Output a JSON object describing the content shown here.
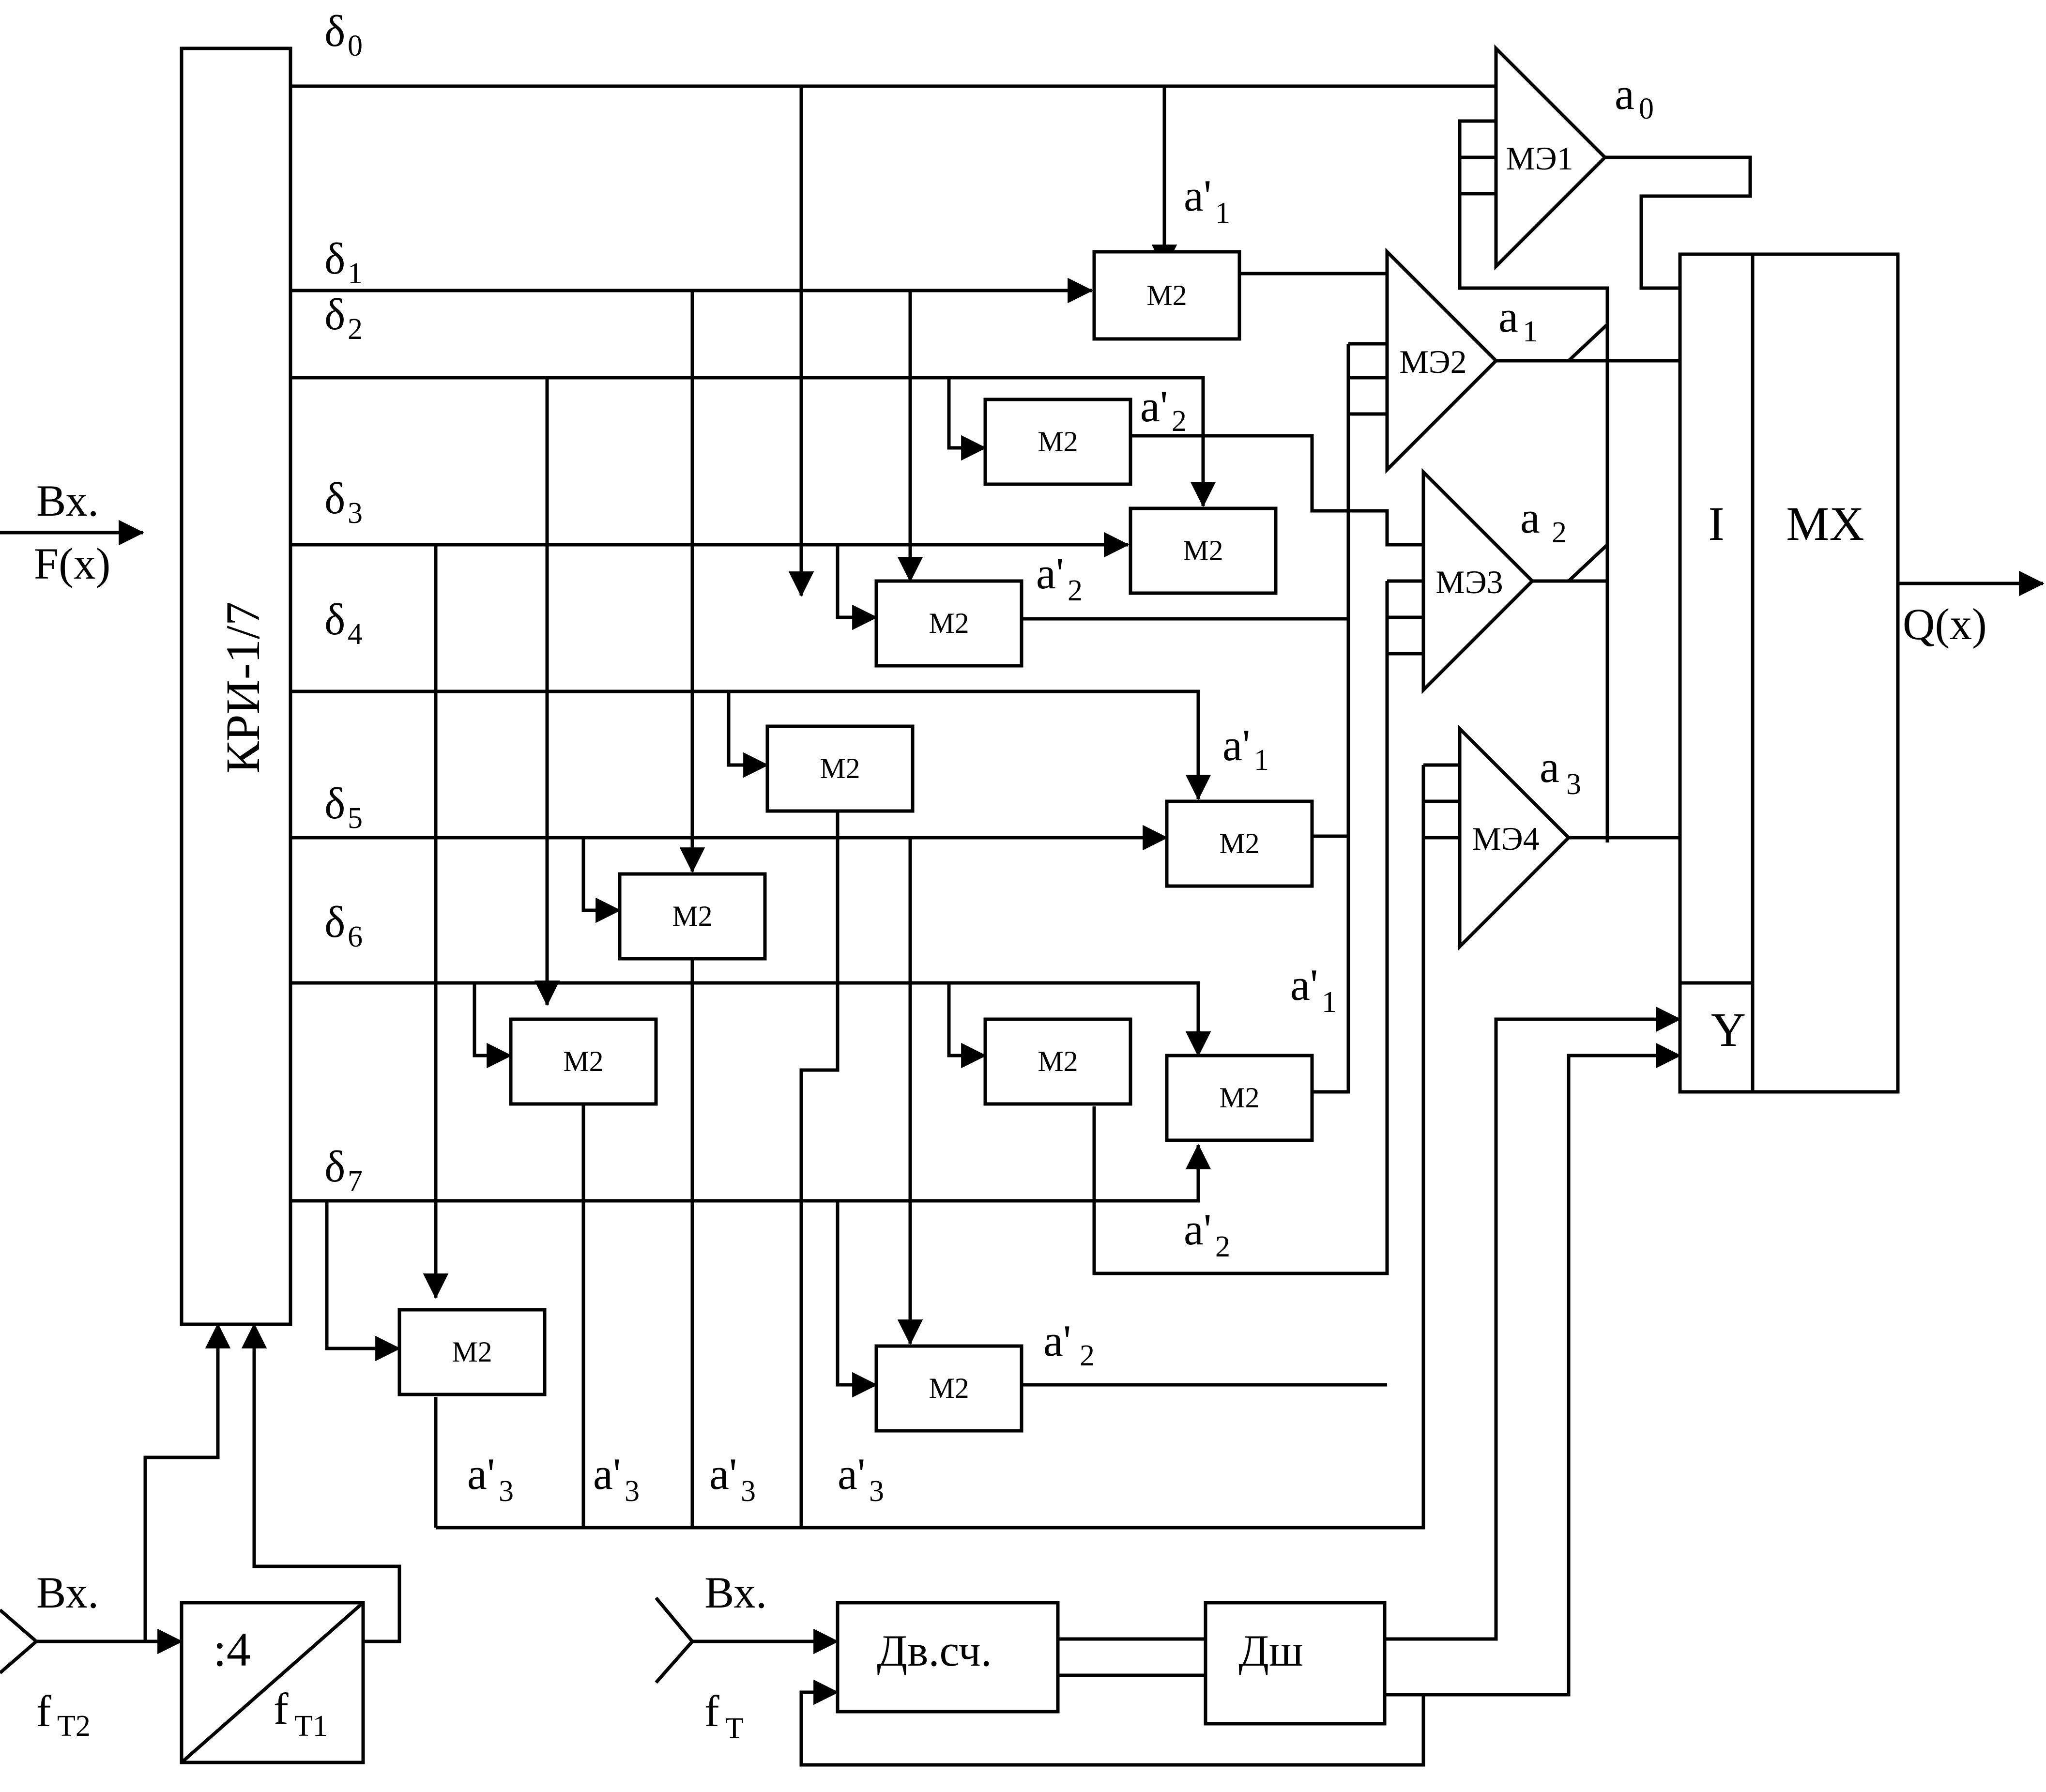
{
  "blocks": {
    "kri": "КРИ-1/7",
    "m2": "М2",
    "me1": "МЭ1",
    "me2": "МЭ2",
    "me3": "МЭ3",
    "me4": "МЭ4",
    "mx_i": "I",
    "mx_y": "Y",
    "mx": "MX",
    "div4": ":4",
    "ft1": "f",
    "ft1_sub": "T1",
    "counter": "Дв.сч.",
    "decoder": "Дш"
  },
  "inputs": {
    "fx_top": "Вх.",
    "fx_bottom": "F(x)",
    "ft2_top": "Вх.",
    "ft2_main": "f",
    "ft2_sub": "T2",
    "ft_top": "Вх.",
    "ft_main": "f",
    "ft_sub": "T"
  },
  "output": {
    "qx": "Q(x)"
  },
  "deltas": {
    "sym": "δ",
    "subs": [
      "0",
      "1",
      "2",
      "3",
      "4",
      "5",
      "6",
      "7"
    ]
  },
  "signals": {
    "a0": "a",
    "a0_sub": "0",
    "a1": "a",
    "a1_sub": "1",
    "a2": "a",
    "a2_sub": "2",
    "a3": "a",
    "a3_sub": "3",
    "ap": "a'",
    "sub1": "1",
    "sub2": "2",
    "sub3": "3"
  }
}
